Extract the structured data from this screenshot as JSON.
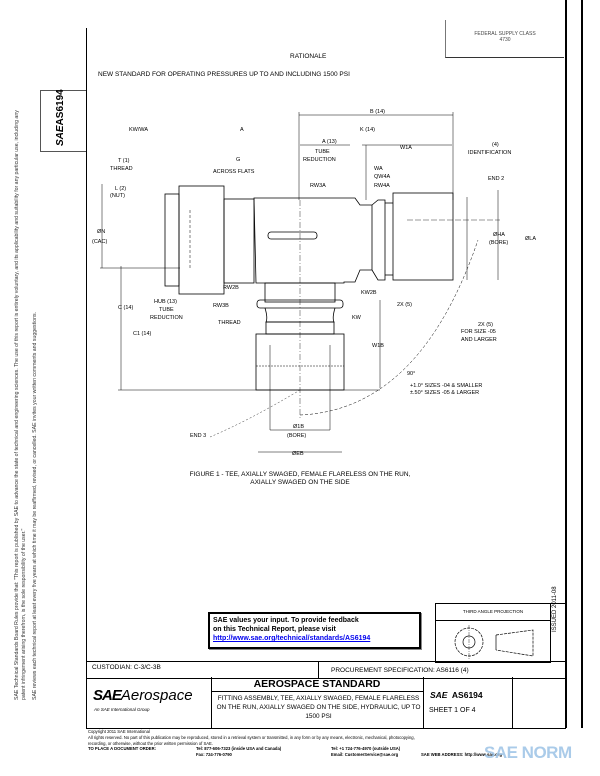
{
  "header": {
    "supply_class_line1": "FEDERAL SUPPLY CLASS",
    "supply_class_line2": "4730",
    "rationale_title": "RATIONALE",
    "rationale_text": "NEW STANDARD FOR OPERATING PRESSURES UP TO AND INCLUDING 1500 PSI"
  },
  "side": {
    "doc_id": "AS6194",
    "sae_mark": "SAE",
    "notice1": "SAE Technical Standards Board Rules provide that: \"This report is published by SAE to advance the state of technical and engineering sciences. The use of this report is entirely voluntary, and its applicability and suitability for any particular use, including any patent infringement arising therefrom, is the sole responsibility of the user.\"",
    "notice2": "SAE reviews each technical report at least every five years at which time it may be reaffirmed, revised, or cancelled. SAE invites your written comments and suggestions.",
    "issued": "ISSUED 2011-08"
  },
  "drawing": {
    "labels": {
      "b": "B (14)",
      "k": "K (14)",
      "kwma": "KW/WA",
      "a": "A",
      "aa": "A (13)",
      "tube_reduction": "TUBE REDUCTION",
      "w1a": "W1A",
      "ident_num": "(4)",
      "identification": "IDENTIFICATION",
      "g": "G",
      "across_flats": "ACROSS FLATS",
      "t": "T (1)",
      "thread": "THREAD",
      "lt": "L (2)",
      "ln": "(NUT)",
      "wa": "WA",
      "qw4a": "QW4A",
      "rw4a": "RW4A",
      "rw3a": "RW3A",
      "end2": "END 2",
      "phn": "ØN",
      "cac": "(CAC)",
      "pha": "ØHA",
      "bore": "(BORE)",
      "pla": "ØLA",
      "rw2b": "RW2B",
      "kw2b": "KW2B",
      "kw": "KW",
      "c2": "C (14)",
      "hub": "HUB (13)",
      "tube": "TUBE",
      "reduction": "REDUCTION",
      "rw3b": "RW3B",
      "thread2": "THREAD",
      "c1": "C1 (14)",
      "w1b": "W1B",
      "sx": "2X (5)",
      "sx2": "2X (5)",
      "for_size": "FOR SIZE -05",
      "and_larger": "AND LARGER",
      "deg": "90°",
      "note1": "+1.0° SIZES -04 & SMALLER",
      "note2": "±.50° SIZES -05 & LARGER",
      "end3": "END 3",
      "phb": "Ø1B",
      "bore2": "(BORE)",
      "phe": "ØEB"
    },
    "caption_line1": "FIGURE 1 - TEE, AXIALLY SWAGED, FEMALE FLARELESS ON THE RUN,",
    "caption_line2": "AXIALLY SWAGED ON THE SIDE"
  },
  "feedback": {
    "line1": "SAE values your input. To provide feedback",
    "line2": "on this Technical Report, please visit",
    "link": "http://www.sae.org/technical/standards/AS6194",
    "link_color": "#0000ee"
  },
  "projection": {
    "title": "THIRD ANGLE PROJECTION"
  },
  "title_block": {
    "custodian": "CUSTODIAN: C-3/C-3B",
    "procurement": "PROCUREMENT SPECIFICATION: AS6116 (4)",
    "logo_sae": "SAE",
    "logo_aero": "Aerospace",
    "logo_sub": "An SAE International Group",
    "standard_type": "AEROSPACE STANDARD",
    "title": "FITTING ASSEMBLY, TEE, AXIALLY SWAGED, FEMALE FLARELESS ON THE RUN, AXIALLY SWAGED ON THE SIDE, HYDRAULIC, UP TO 1500 PSI",
    "sae": "SAE",
    "doc_id": "AS6194",
    "sheet": "SHEET 1 OF 4"
  },
  "footer": {
    "copyright": "Copyright 2011 SAE International",
    "rights1": "All rights reserved. No part of this publication may be reproduced, stored in a retrieval system or transmitted, in any form or by any means, electronic, mechanical, photocopying,",
    "rights2": "recording, or otherwise, without the prior written permission of SAE.",
    "order": "TO PLACE A DOCUMENT ORDER:",
    "tel1": "Tel: 877-606-7323 (inside USA and Canada)",
    "fax": "Fax: 724-776-0790",
    "tel2": "Tel: +1 724-776-4970 (outside USA)",
    "email": "Email: CustomerService@sae.org",
    "web": "SAE WEB ADDRESS: http://www.sae.org"
  },
  "watermark": {
    "text": "SAE NORM",
    "color": "#9cc3e6"
  }
}
